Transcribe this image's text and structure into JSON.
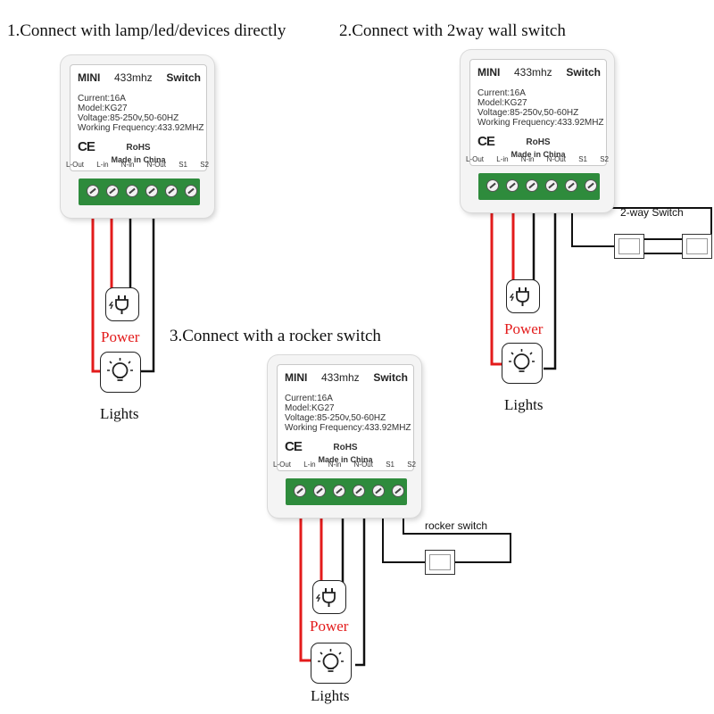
{
  "headings": {
    "one": "1.Connect with lamp/led/devices directly",
    "two": "2.Connect with 2way wall switch",
    "three": "3.Connect with a rocker switch"
  },
  "device": {
    "name": "MINI",
    "freq": "433mhz",
    "switch_word": "Switch",
    "current": "Current:16A",
    "model": "Model:KG27",
    "voltage": "Voltage:85-250v,50-60HZ",
    "working_freq": "Working Frequency:433.92MHZ",
    "ce": "CE",
    "rohs": "RoHS",
    "made_in": "Made in China",
    "terminals": [
      "L-Out",
      "L-in",
      "N-in",
      "N-Out",
      "S1",
      "S2"
    ]
  },
  "labels": {
    "power": "Power",
    "lights": "Lights",
    "two_way_switch": "2-way Switch",
    "rocker_switch": "rocker switch"
  },
  "colors": {
    "live_wire": "#e31b1b",
    "neutral_wire": "#111111",
    "terminal_block": "#2e8b3c",
    "power_text": "#e31b1b"
  }
}
